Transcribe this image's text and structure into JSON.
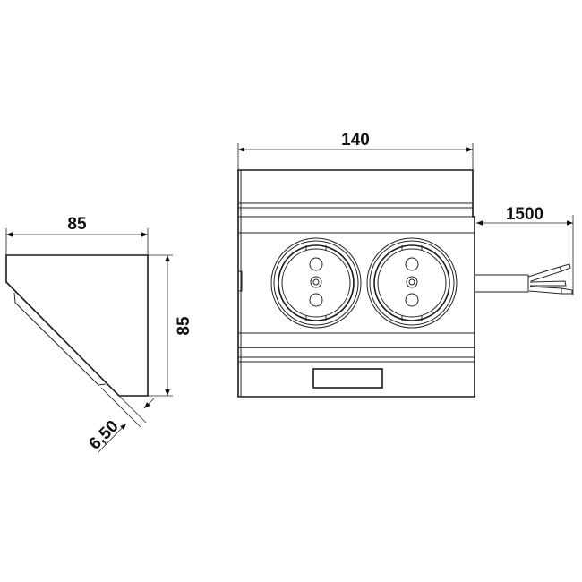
{
  "dimensions": {
    "side_width": "85",
    "side_height": "85",
    "side_offset": "6,50",
    "front_width": "140",
    "cable_length": "1500"
  },
  "colors": {
    "line": "#1a1a1a",
    "background": "#ffffff"
  },
  "front_view": {
    "sockets": 2
  }
}
